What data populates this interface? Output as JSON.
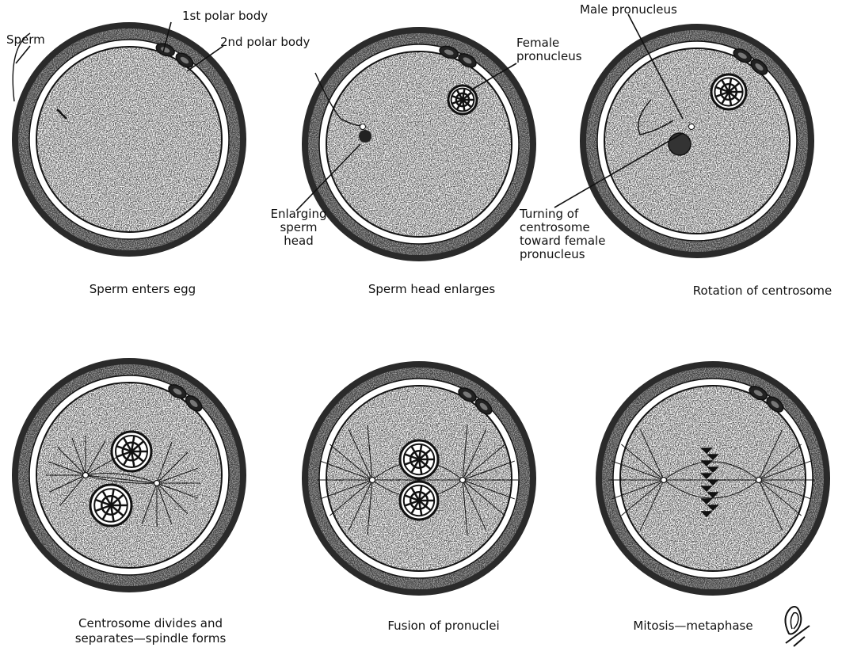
{
  "labels": {
    "sperm": "Sperm",
    "first_polar_body": "1st polar body",
    "second_polar_body": "2nd polar body",
    "female_pronucleus": "Female\npronucleus",
    "enlarging_sperm_head": "Enlarging\nsperm\nhead",
    "male_pronucleus": "Male pronucleus",
    "turning_of_centrosome": "Turning of\ncentrosome\ntoward female\npronucleus"
  },
  "captions": {
    "stage1": "Sperm enters egg",
    "stage2": "Sperm head enlarges",
    "stage3": "Rotation of centrosome",
    "stage4": "Centrosome divides and\nseparates—spindle forms",
    "stage5": "Fusion of pronuclei",
    "stage6": "Mitosis—metaphase"
  },
  "colors": {
    "ink": "#111111",
    "paper": "#ffffff",
    "membrane": "#5a5a5a"
  }
}
